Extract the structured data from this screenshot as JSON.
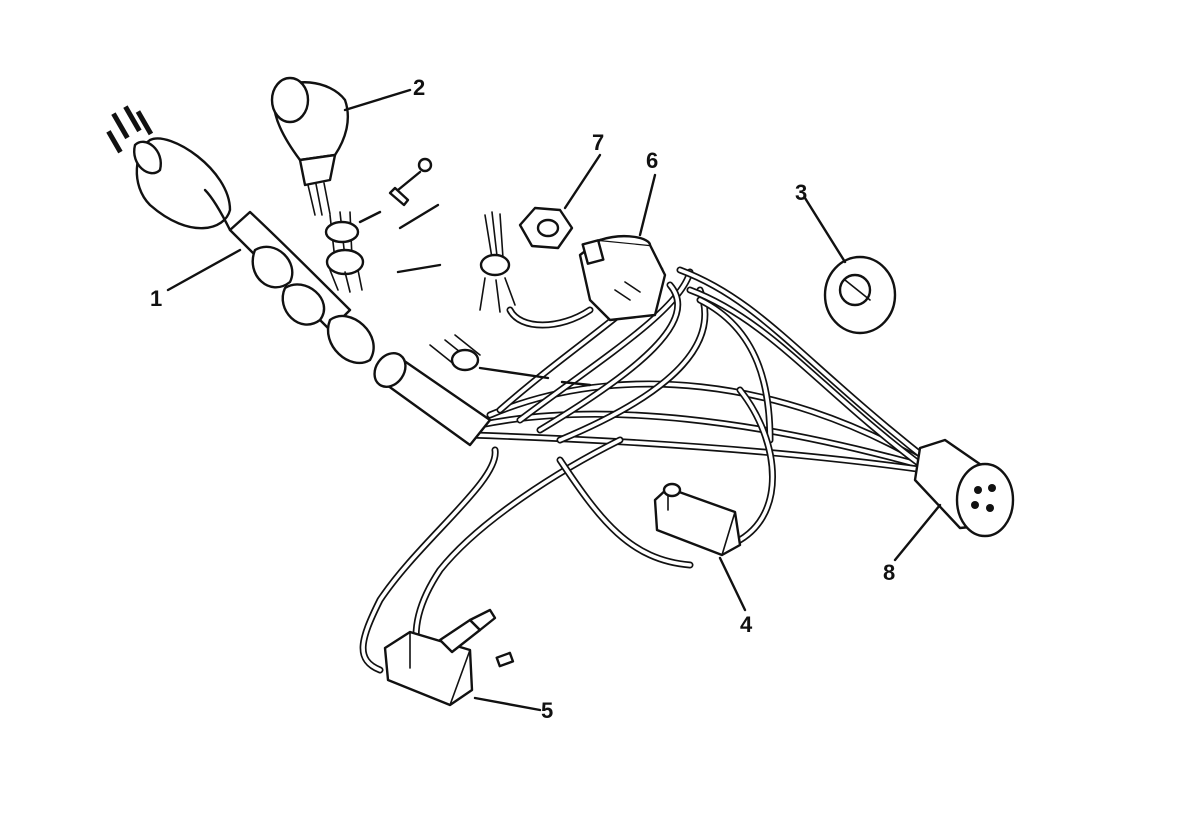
{
  "callouts": [
    {
      "id": "1",
      "label": "1"
    },
    {
      "id": "2",
      "label": "2"
    },
    {
      "id": "3",
      "label": "3"
    },
    {
      "id": "4",
      "label": "4"
    },
    {
      "id": "5",
      "label": "5"
    },
    {
      "id": "6",
      "label": "6"
    },
    {
      "id": "7",
      "label": "7"
    },
    {
      "id": "8",
      "label": "8"
    }
  ],
  "colors": {
    "ink": "#111111",
    "paper": "#ffffff"
  }
}
